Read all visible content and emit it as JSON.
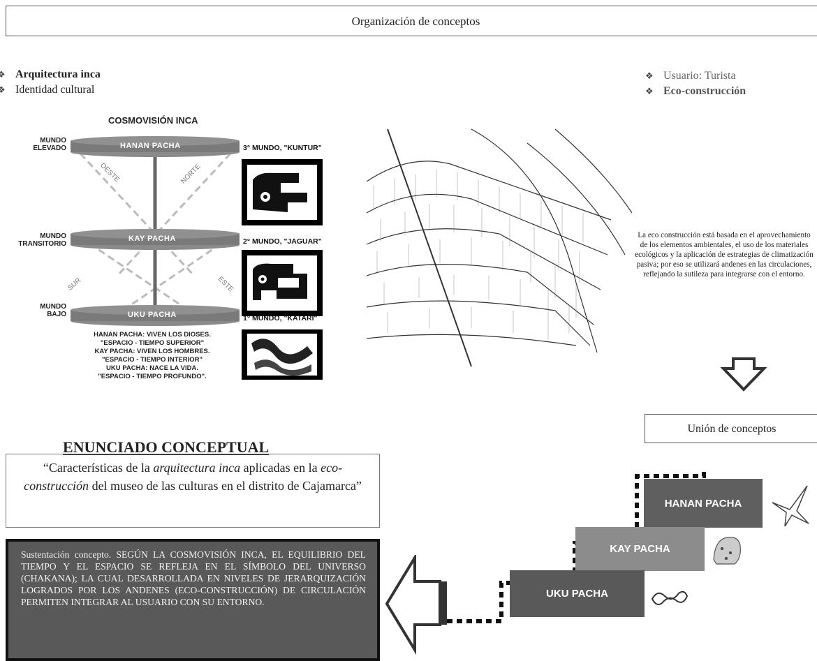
{
  "header": {
    "title": "Organización de conceptos"
  },
  "left_bullets": [
    {
      "text": "Arquitectura inca",
      "bold": true
    },
    {
      "text": "Identidad cultural",
      "bold": false
    }
  ],
  "right_bullets": [
    {
      "text": "Usuario: Turista",
      "bold": false
    },
    {
      "text": "Eco-construcción",
      "bold": true
    }
  ],
  "bullet_glyph": "❖",
  "cosmovision": {
    "title": "COSMOVISIÓN INCA",
    "levels": [
      {
        "side_label": "MUNDO ELEVADO",
        "disk": "HANAN PACHA",
        "world": "3° MUNDO, \"KUNTUR\""
      },
      {
        "side_label": "MUNDO TRANSITORIO",
        "disk": "KAY PACHA",
        "world": "2° MUNDO, \"JAGUAR\""
      },
      {
        "side_label": "MUNDO BAJO",
        "disk": "UKU PACHA",
        "world": "1° MUNDO, \"KATARI\""
      }
    ],
    "directions": [
      "OESTE",
      "NORTE",
      "SUR",
      "ESTE"
    ],
    "legend": [
      "HANAN PACHA: VIVEN LOS DIOSES.",
      "\"ESPACIO - TIEMPO SUPERIOR\"",
      "KAY PACHA: VIVEN LOS HOMBRES.",
      "\"ESPACIO - TIEMPO INTERIOR\"",
      "UKU PACHA: NACE LA VIDA.",
      "\"ESPACIO - TIEMPO PROFUNDO\"."
    ]
  },
  "enunciado": {
    "title": "ENUNCIADO CONCEPTUAL",
    "quote_open": "“Características de la ",
    "quote_em1": "arquitectura inca",
    "quote_mid1": " aplicadas en la ",
    "quote_em2": "eco-construcción",
    "quote_end": " del museo de las culturas en el distrito de Cajamarca”"
  },
  "sustentacion": "Sustentación concepto. SEGÚN LA COSMOVISIÓN INCA, EL EQUILIBRIO DEL TIEMPO Y EL ESPACIO SE REFLEJA EN EL SÍMBOLO DEL UNIVERSO (CHAKANA); LA CUAL DESARROLLADA EN NIVELES DE JERARQUIZACIÓN LOGRADOS POR LOS ANDENES (ECO-CONSTRUCCIÓN) DE CIRCULACIÓN PERMITEN INTEGRAR AL USUARIO CON SU ENTORNO.",
  "eco_text": "La eco construcción está basada en el aprovechamiento de los elementos ambientales, el uso de los materiales ecológicos y la aplicación de estrategias de climatización pasiva; por eso se utilizará andenes en las circulaciones, reflejando la sutileza para integrarse con el entorno.",
  "union": {
    "title": "Unión de conceptos",
    "steps": [
      "HANAN PACHA",
      "KAY PACHA",
      "UKU PACHA"
    ]
  },
  "colors": {
    "disk": "#7a7a7a",
    "step_dark": "#595959",
    "step_mid": "#8c8c8c",
    "step_top": "#5f5f5f",
    "dashed": "#bbbbbb"
  }
}
